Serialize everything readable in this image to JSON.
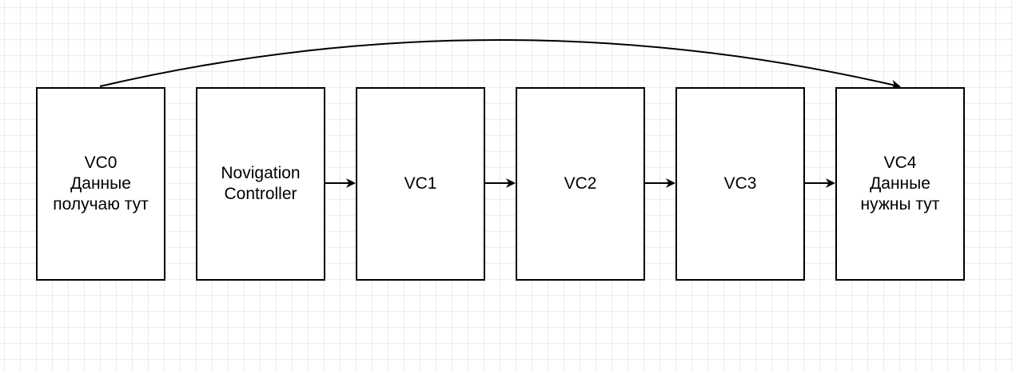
{
  "diagram": {
    "nodes": [
      {
        "id": "vc0",
        "lines": [
          "VC0",
          "Данные",
          "получаю тут"
        ]
      },
      {
        "id": "nav",
        "lines": [
          "Novigation",
          "Controller"
        ]
      },
      {
        "id": "vc1",
        "lines": [
          "VC1"
        ]
      },
      {
        "id": "vc2",
        "lines": [
          "VC2"
        ]
      },
      {
        "id": "vc3",
        "lines": [
          "VC3"
        ]
      },
      {
        "id": "vc4",
        "lines": [
          "VC4",
          "Данные",
          "нужны тут"
        ]
      }
    ],
    "edges": [
      {
        "from": "nav",
        "to": "vc1"
      },
      {
        "from": "vc1",
        "to": "vc2"
      },
      {
        "from": "vc2",
        "to": "vc3"
      },
      {
        "from": "vc3",
        "to": "vc4"
      },
      {
        "from": "vc0",
        "to": "vc4",
        "style": "curved"
      }
    ],
    "colors": {
      "stroke": "#000000",
      "fill": "#ffffff",
      "grid": "#ececec"
    }
  }
}
